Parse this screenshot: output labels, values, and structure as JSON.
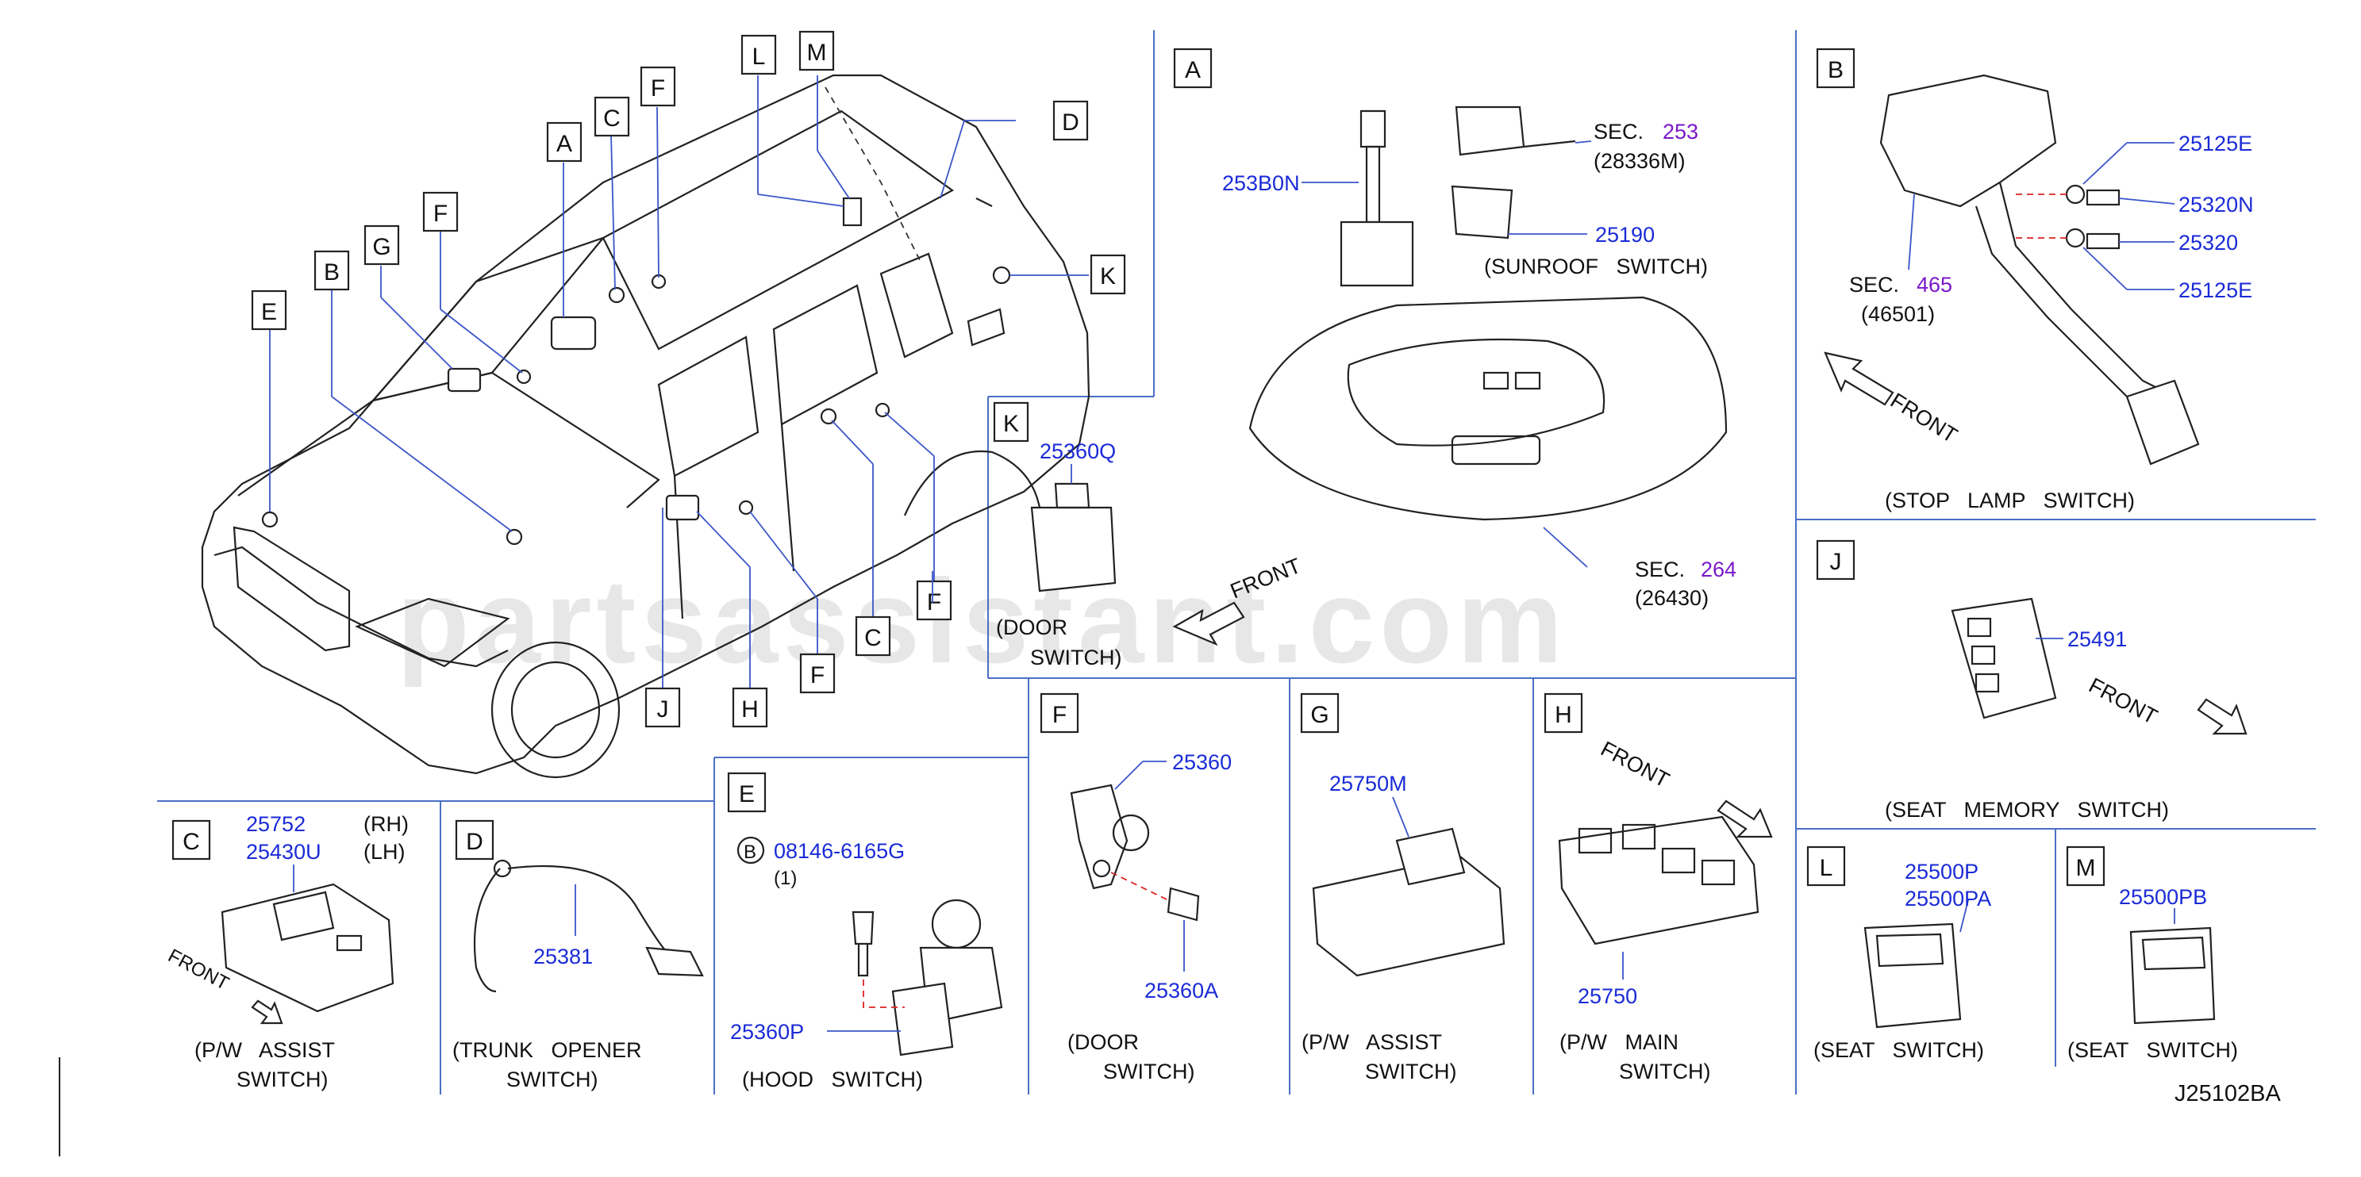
{
  "diagram_id": "J25102BA",
  "watermark": "partsassistant.com",
  "front_label": "FRONT",
  "vehicle_callouts": [
    "A",
    "B",
    "C",
    "D",
    "E",
    "F",
    "G",
    "H",
    "J",
    "K",
    "L",
    "M"
  ],
  "panels": {
    "A": {
      "letter": "A",
      "parts": [
        "253B0N",
        "25190"
      ],
      "sec_top": {
        "prefix": "SEC.",
        "num": "253",
        "ref": "(28336M)"
      },
      "sec_bottom": {
        "prefix": "SEC.",
        "num": "264",
        "ref": "(26430)"
      },
      "caption": "(SUNROOF   SWITCH)"
    },
    "B": {
      "letter": "B",
      "parts": [
        "25125E",
        "25320N",
        "25320",
        "25125E"
      ],
      "sec": {
        "prefix": "SEC.",
        "num": "465",
        "ref": "(46501)"
      },
      "caption": "(STOP   LAMP   SWITCH)"
    },
    "K": {
      "letter": "K",
      "parts": [
        "25360Q"
      ],
      "caption_line1": "(DOOR",
      "caption_line2": "SWITCH)"
    },
    "J": {
      "letter": "J",
      "parts": [
        "25491"
      ],
      "caption": "(SEAT   MEMORY   SWITCH)"
    },
    "C": {
      "letter": "C",
      "parts": [
        "25752",
        "25430U"
      ],
      "sides": [
        "(RH)",
        "(LH)"
      ],
      "caption_line1": "(P/W   ASSIST",
      "caption_line2": "SWITCH)"
    },
    "D": {
      "letter": "D",
      "parts": [
        "25381"
      ],
      "caption_line1": "(TRUNK   OPENER",
      "caption_line2": "SWITCH)"
    },
    "E": {
      "letter": "E",
      "bolt_ref": "B",
      "parts": [
        "08146-6165G",
        "25360P"
      ],
      "qty": "(1)",
      "caption": "(HOOD   SWITCH)"
    },
    "F": {
      "letter": "F",
      "parts": [
        "25360",
        "25360A"
      ],
      "caption_line1": "(DOOR",
      "caption_line2": "SWITCH)"
    },
    "G": {
      "letter": "G",
      "parts": [
        "25750M"
      ],
      "caption_line1": "(P/W   ASSIST",
      "caption_line2": "SWITCH)"
    },
    "H": {
      "letter": "H",
      "parts": [
        "25750"
      ],
      "caption_line1": "(P/W   MAIN",
      "caption_line2": "SWITCH)"
    },
    "L": {
      "letter": "L",
      "parts": [
        "25500P",
        "25500PA"
      ],
      "caption": "(SEAT   SWITCH)"
    },
    "M": {
      "letter": "M",
      "parts": [
        "25500PB"
      ],
      "caption": "(SEAT   SWITCH)"
    }
  },
  "colors": {
    "part_number": "#1a2bd6",
    "section_number": "#7a18c9",
    "divider": "#4a6fc6",
    "leader": "#3a56c8"
  }
}
